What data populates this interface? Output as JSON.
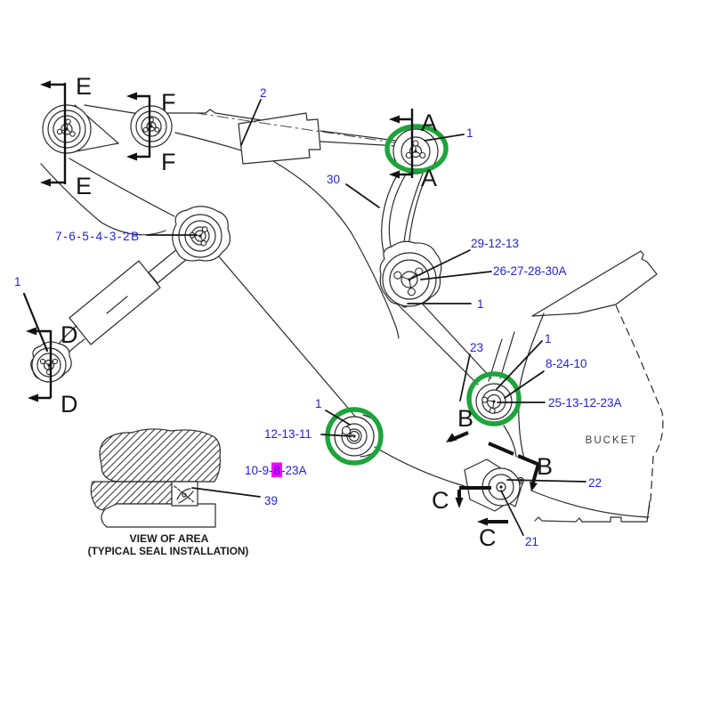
{
  "diagram": {
    "type": "loader-bucket-linkage-parts-diagram",
    "colors": {
      "label_blue": "#2323CC",
      "highlight_magenta": "#FF00FF",
      "callout_green": "#1EA43C",
      "line_black": "#1E1E1E"
    },
    "sections": {
      "a": "A",
      "b": "B",
      "c": "C",
      "d": "D",
      "e": "E",
      "f": "F"
    },
    "callouts": {
      "lift_cylinder": "2",
      "tilt_lever": "30",
      "pin_tilt_lever_top": "1",
      "rear_pivot_group": "7-6-5-4-3-2B",
      "pin_lower_cylinder": "1",
      "tilt_lever_pivot_group_a": "29-12-13",
      "tilt_lever_pivot_group_b": "26-27-28-30A",
      "pin_tilt_lever_bottom": "1",
      "bucket_link": "23",
      "pin_bucket_link": "1",
      "bucket_upper_pivot_group_a": "8-24-10",
      "bucket_upper_pivot_group_b": "25-13-12-23A",
      "bucket_lower_fitting": "22",
      "bucket_lower_pin": "21",
      "pin_arm_front": "1",
      "arm_front_pivot_group": "12-13-11",
      "seal_group_prefix": "10-9-",
      "seal_group_highlighted": "8",
      "seal_group_suffix": "-23A",
      "seal": "39"
    },
    "captions": {
      "bucket": "BUCKET",
      "view_title": "VIEW OF AREA",
      "view_subtitle": "(TYPICAL SEAL INSTALLATION)"
    }
  }
}
